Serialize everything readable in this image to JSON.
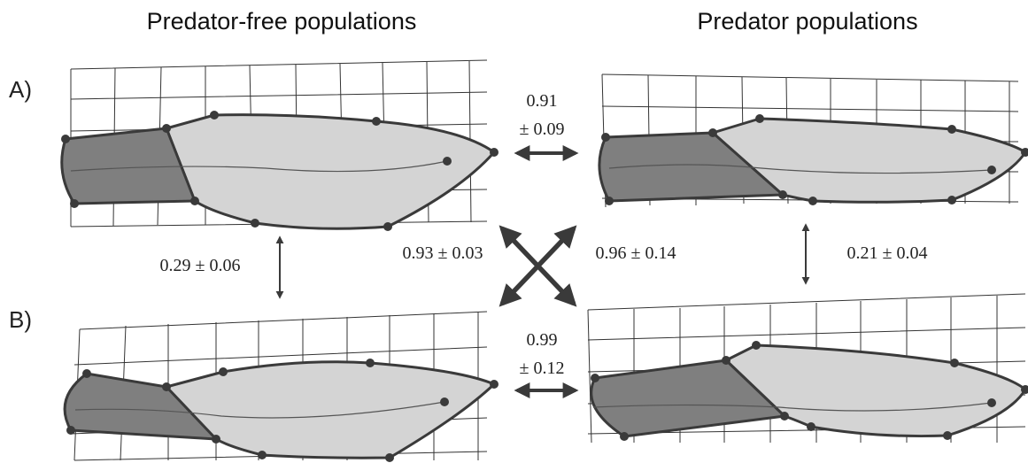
{
  "headers": {
    "left": "Predator-free populations",
    "right": "Predator populations"
  },
  "row_labels": {
    "a": "A)",
    "b": "B)"
  },
  "comparisons": {
    "top": [
      "0.91",
      "± 0.09"
    ],
    "bottom": [
      "0.99",
      "± 0.12"
    ],
    "left": "0.29 ± 0.06",
    "right": "0.21 ± 0.04",
    "diag_left": "0.93 ± 0.03",
    "diag_right": "0.96 ± 0.14"
  },
  "colors": {
    "head_fill": "#7f7f7f",
    "body_fill": "#d4d4d4",
    "outline": "#3a3a3a"
  }
}
